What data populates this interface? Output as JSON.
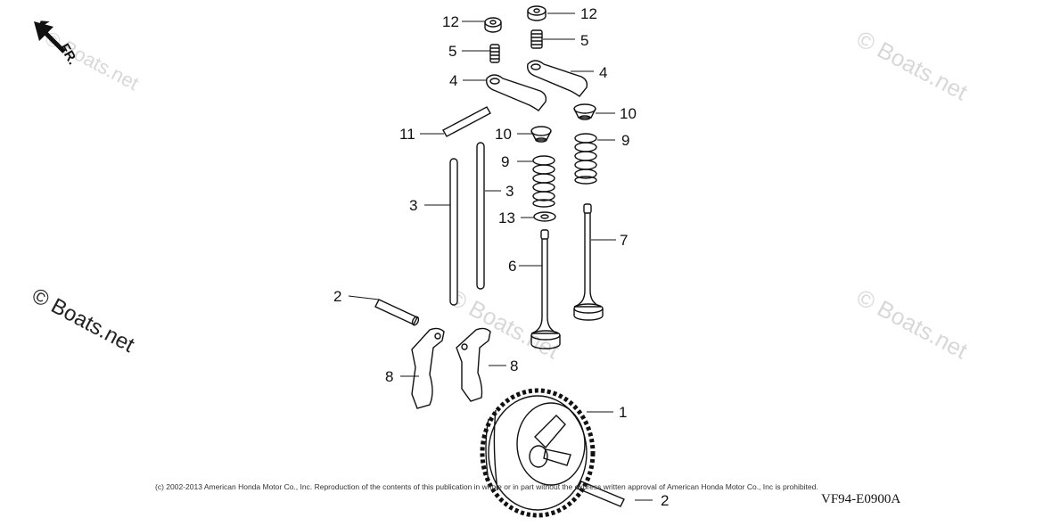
{
  "watermarks": {
    "top_right": "© Boats.net",
    "top_left": "© Boats.net",
    "mid_left": "© Boats.net",
    "mid_center": "© Boats.net",
    "mid_right": "© Boats.net"
  },
  "direction_label": "FR.",
  "copyright": "(c) 2002-2013 American Honda Motor Co., Inc. Reproduction of the contents of this publication in whole or in part without the express written approval of American Honda Motor Co., Inc is prohibited.",
  "drawing_code": "VF94-E0900A",
  "callouts": {
    "c12a": "12",
    "c12b": "12",
    "c5a": "5",
    "c5b": "5",
    "c4a": "4",
    "c4b": "4",
    "c10a": "10",
    "c10b": "10",
    "c11": "11",
    "c9a": "9",
    "c9b": "9",
    "c3a": "3",
    "c3b": "3",
    "c13": "13",
    "c7": "7",
    "c6": "6",
    "c2a": "2",
    "c2b": "2",
    "c8a": "8",
    "c8b": "8",
    "c1": "1"
  },
  "colors": {
    "line": "#111111",
    "watermark": "#d8d8d8"
  }
}
